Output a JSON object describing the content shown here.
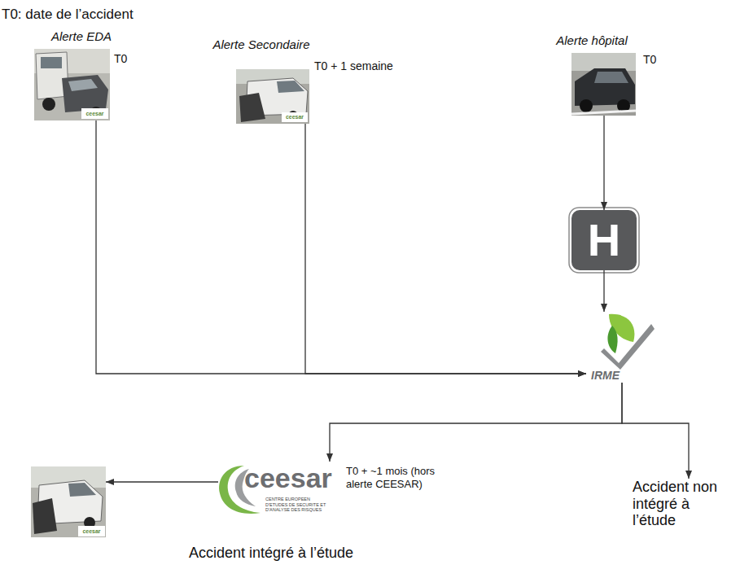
{
  "diagram": {
    "title": "T0: date de l’accident",
    "nodes": [
      {
        "text": [
          "Alerte EDA",
          "T0",
          "ceesar"
        ]
      },
      {
        "text": [
          "Alerte Secondaire",
          "T0 + 1 semaine",
          "ceesar"
        ]
      },
      {
        "text": [
          "Alerte hôpital",
          "T0"
        ]
      },
      {
        "text": [
          "H"
        ]
      },
      {
        "text": [
          "IRME"
        ]
      },
      {
        "text": [
          "ceesar"
        ]
      },
      {
        "text": [
          "ceesar",
          "CENTRE EUROPEEN D'ETUDES DE SECURITE ET D'ANALYSE DES RISQUES",
          "T0 + ~1 mois (hors alerte CEESAR)",
          "Accident intégré à l’étude"
        ]
      },
      {
        "text": [
          "Accident non intégré à l’étude"
        ]
      }
    ],
    "edges": [
      {
        "from": 0,
        "to": 4,
        "arrow": "to"
      },
      {
        "from": 1,
        "to": 4,
        "arrow": "to"
      },
      {
        "from": 2,
        "to": 3,
        "arrow": "to"
      },
      {
        "from": 3,
        "to": 4,
        "arrow": "to"
      },
      {
        "from": 4,
        "to": 6,
        "arrow": "to"
      },
      {
        "from": 4,
        "to": 7,
        "arrow": "to"
      },
      {
        "from": 6,
        "to": 5,
        "arrow": "to"
      }
    ]
  }
}
